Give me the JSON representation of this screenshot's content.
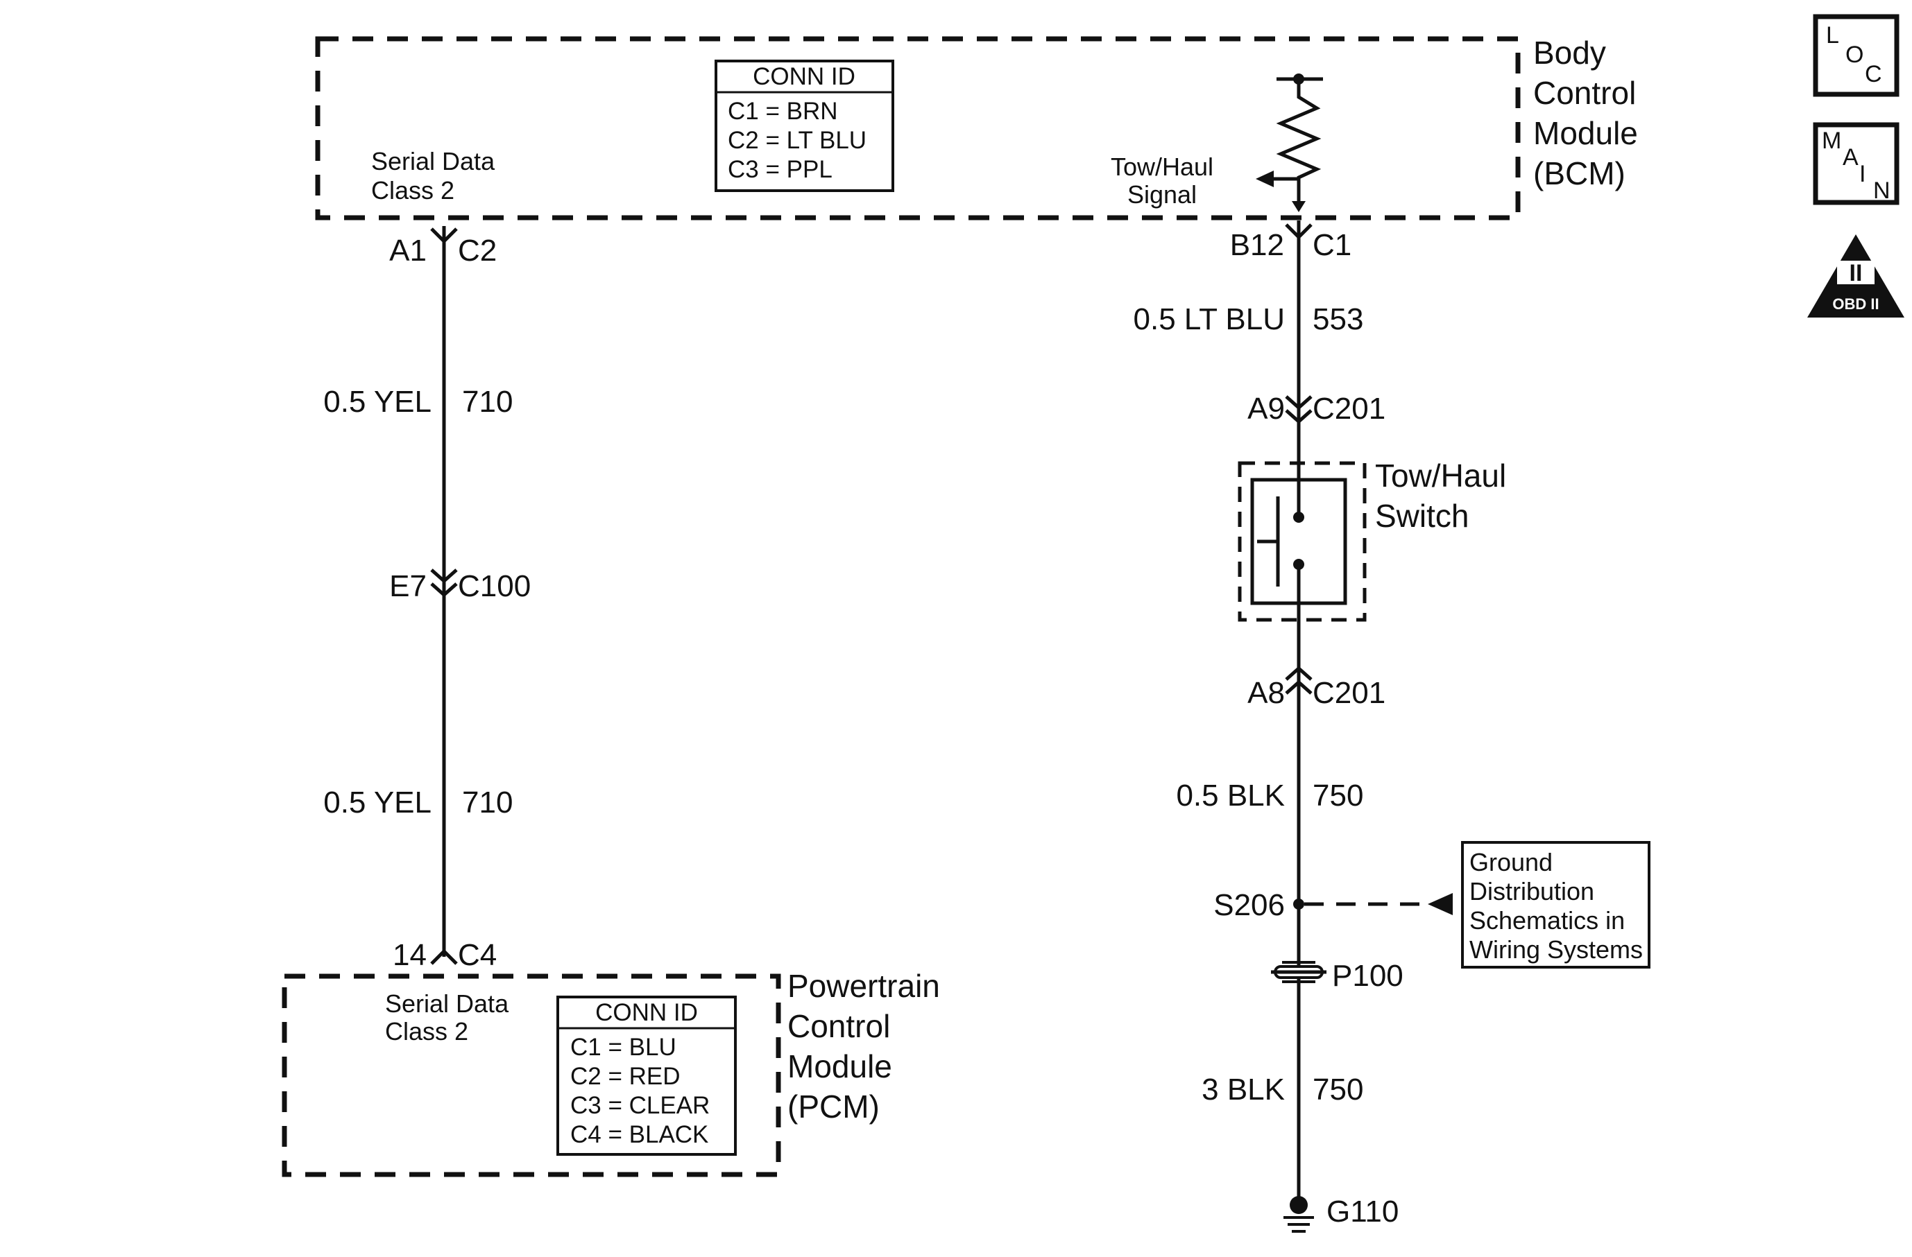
{
  "bcm": {
    "name_lines": [
      "Body",
      "Control",
      "Module",
      "(BCM)"
    ],
    "serial_data_lines": [
      "Serial Data",
      "Class 2"
    ],
    "conn_id": {
      "title": "CONN ID",
      "rows": [
        "C1 = BRN",
        "C2 = LT BLU",
        "C3 = PPL"
      ]
    },
    "signal_lines": [
      "Tow/Haul",
      "Signal"
    ]
  },
  "pcm": {
    "name_lines": [
      "Powertrain",
      "Control",
      "Module",
      "(PCM)"
    ],
    "serial_data_lines": [
      "Serial Data",
      "Class 2"
    ],
    "conn_id": {
      "title": "CONN ID",
      "rows": [
        "C1 = BLU",
        "C2 = RED",
        "C3 = CLEAR",
        "C4 = BLACK"
      ]
    }
  },
  "left_circuit": {
    "top_pin": "A1",
    "top_conn": "C2",
    "wire1_spec": "0.5 YEL",
    "wire1_circuit": "710",
    "mid_pin": "E7",
    "mid_conn": "C100",
    "wire2_spec": "0.5 YEL",
    "wire2_circuit": "710",
    "bottom_pin": "14",
    "bottom_conn": "C4"
  },
  "right_circuit": {
    "top_pin": "B12",
    "top_conn": "C1",
    "wire1_spec": "0.5 LT BLU",
    "wire1_circuit": "553",
    "switch_in_pin": "A9",
    "switch_in_conn": "C201",
    "switch_name_lines": [
      "Tow/Haul",
      "Switch"
    ],
    "switch_out_pin": "A8",
    "switch_out_conn": "C201",
    "wire2_spec": "0.5 BLK",
    "wire2_circuit": "750",
    "splice": "S206",
    "ground_ref_lines": [
      "Ground",
      "Distribution",
      "Schematics in",
      "Wiring Systems"
    ],
    "passthrough": "P100",
    "wire3_spec": "3 BLK",
    "wire3_circuit": "750",
    "ground": "G110"
  },
  "icons": {
    "loc": [
      "L",
      "O",
      "C"
    ],
    "main": [
      "M",
      "A",
      "I",
      "N"
    ],
    "obd": {
      "numeral": "II",
      "label": "OBD II"
    }
  }
}
